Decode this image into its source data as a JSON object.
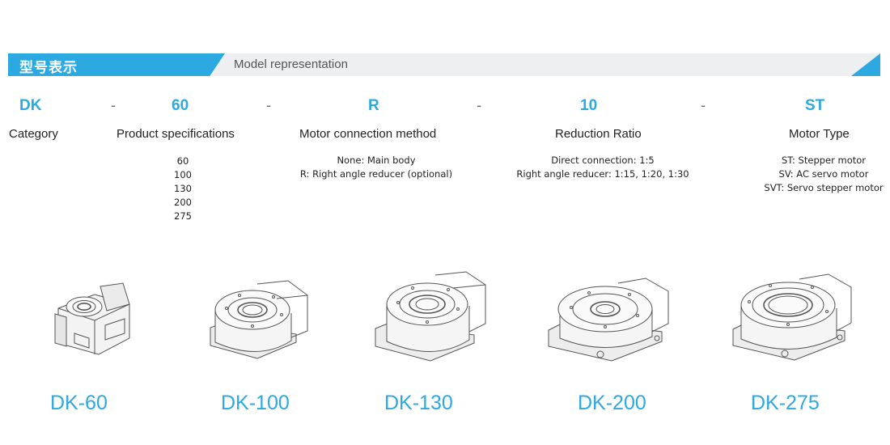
{
  "banner": {
    "title_cn": "型号表示",
    "title_en": "Model representation",
    "accent_color": "#2ba9e0"
  },
  "model_code": {
    "parts": [
      "DK",
      "60",
      "R",
      "10",
      "ST"
    ],
    "separator": "-"
  },
  "columns": [
    {
      "title": "Category",
      "items": []
    },
    {
      "title": "Product specifications",
      "items": [
        "60",
        "100",
        "130",
        "200",
        "275"
      ]
    },
    {
      "title": "Motor connection method",
      "items": [
        "None: Main body",
        "R: Right angle reducer (optional)"
      ]
    },
    {
      "title": "Reduction Ratio",
      "items": [
        "Direct connection: 1:5",
        "Right angle reducer: 1:15, 1:20, 1:30"
      ]
    },
    {
      "title": "Motor Type",
      "items": [
        "ST: Stepper motor",
        "SV: AC servo motor",
        "SVT: Servo stepper motor"
      ]
    }
  ],
  "products": [
    {
      "label": "DK-60",
      "image": "rotary-actuator-drawing"
    },
    {
      "label": "DK-100",
      "image": "rotary-actuator-drawing"
    },
    {
      "label": "DK-130",
      "image": "rotary-actuator-drawing"
    },
    {
      "label": "DK-200",
      "image": "rotary-actuator-drawing"
    },
    {
      "label": "DK-275",
      "image": "rotary-actuator-drawing"
    }
  ]
}
